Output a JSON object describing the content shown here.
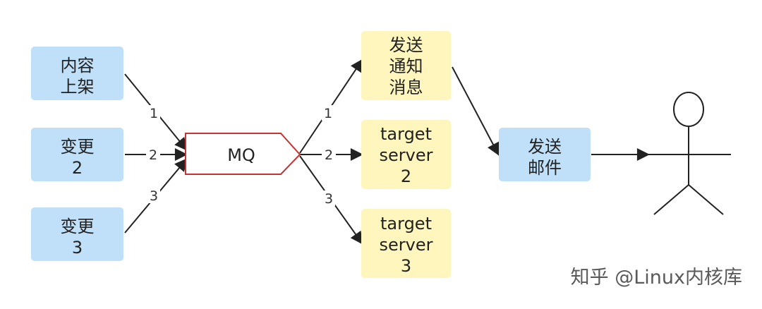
{
  "colors": {
    "producer_fill": "#bfe0f8",
    "target_fill": "#fff6bd",
    "mq_stroke": "#c83232",
    "edge": "#222222"
  },
  "nodes": {
    "producer_1": [
      "内容",
      "上架"
    ],
    "producer_2": [
      "变更",
      "2"
    ],
    "producer_3": [
      "变更",
      "3"
    ],
    "mq": "MQ",
    "target_1": [
      "发送",
      "通知",
      "消息"
    ],
    "target_2": [
      "target",
      "server",
      "2"
    ],
    "target_3": [
      "target",
      "server",
      "3"
    ],
    "email": [
      "发送",
      "邮件"
    ]
  },
  "edges": {
    "in_1": "1",
    "in_2": "2",
    "in_3": "3",
    "out_1": "1",
    "out_2": "2",
    "out_3": "3"
  },
  "watermark": "知乎 @Linux内核库",
  "icons": {
    "user": "stick-figure-user-icon"
  }
}
